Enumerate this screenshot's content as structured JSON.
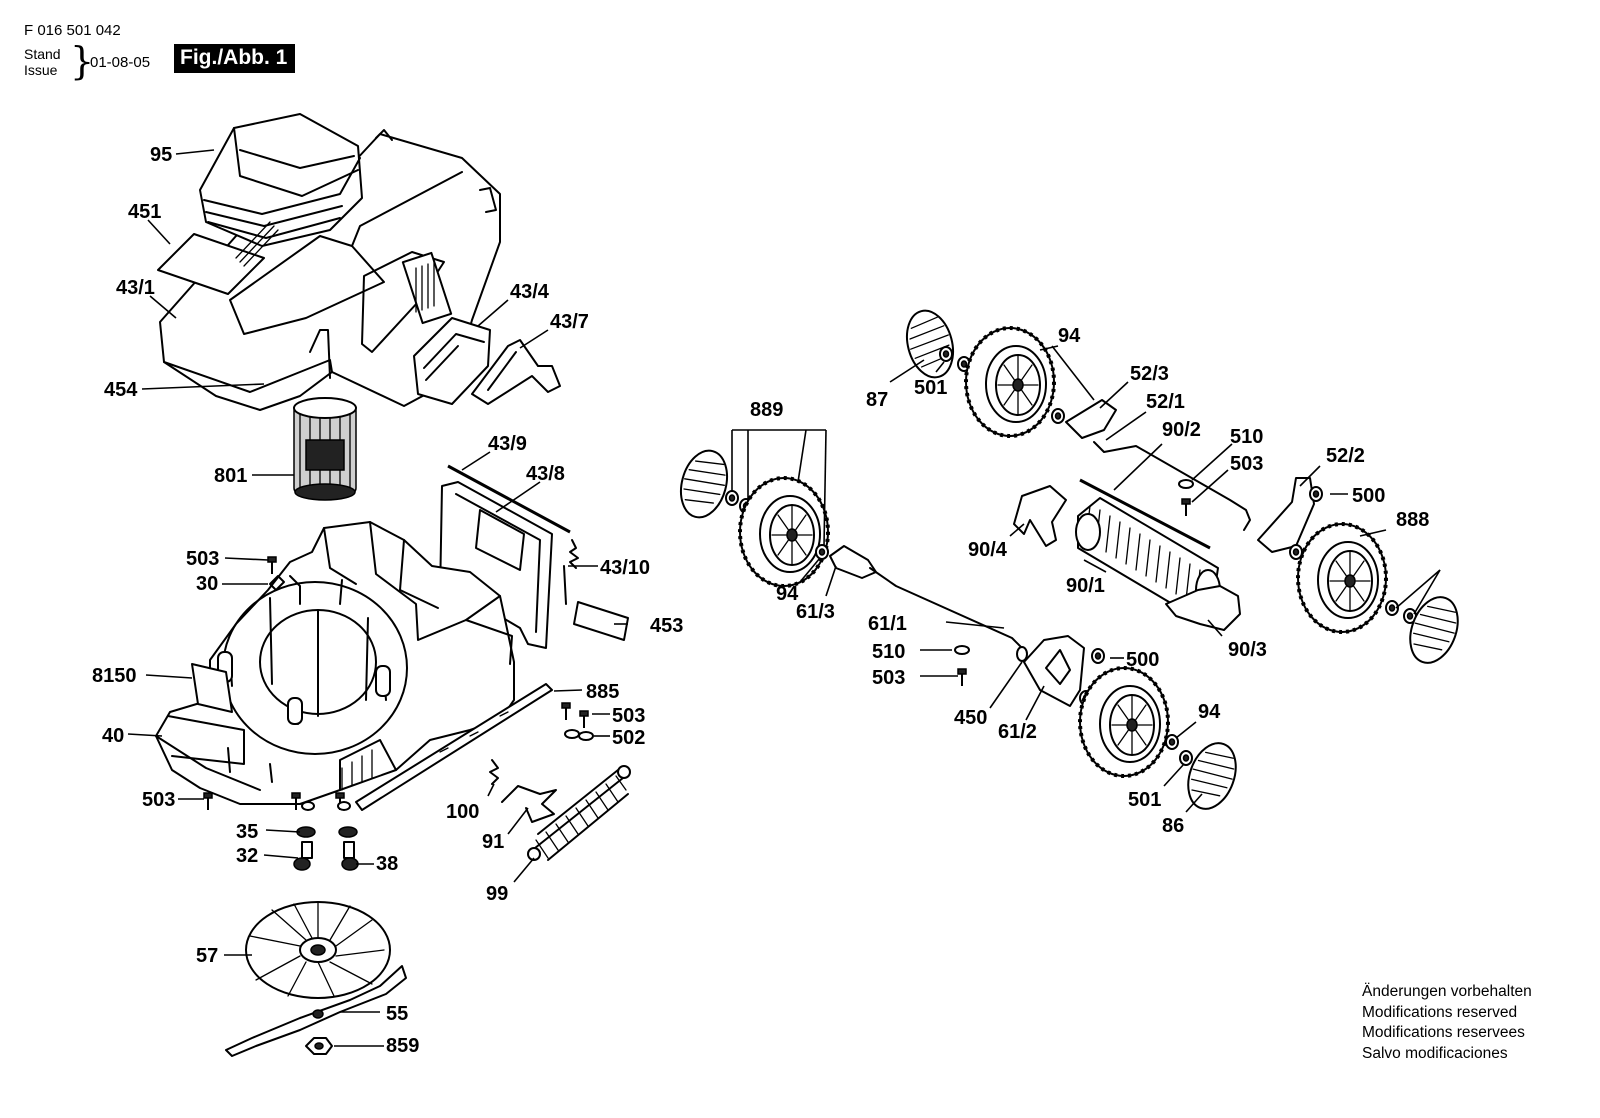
{
  "header": {
    "doc_number": "F 016 501 042",
    "stand_label": "Stand",
    "issue_label": "Issue",
    "date": "01-08-05",
    "figure_label": "Fig./Abb. 1"
  },
  "notes": [
    "Änderungen vorbehalten",
    "Modifications reserved",
    "Modifications reservees",
    "Salvo modificaciones"
  ],
  "part_labels": {
    "p95": "95",
    "p451": "451",
    "p43_1": "43/1",
    "p454": "454",
    "p43_4": "43/4",
    "p43_7": "43/7",
    "p801": "801",
    "p43_9": "43/9",
    "p43_8": "43/8",
    "p43_10": "43/10",
    "p503_a": "503",
    "p30": "30",
    "p453": "453",
    "p8150": "8150",
    "p885": "885",
    "p503_b": "503",
    "p502": "502",
    "p40": "40",
    "p503_c": "503",
    "p100": "100",
    "p35": "35",
    "p32": "32",
    "p38": "38",
    "p91": "91",
    "p99": "99",
    "p57": "57",
    "p55": "55",
    "p859": "859",
    "p94_a": "94",
    "p87": "87",
    "p501_a": "501",
    "p52_3": "52/3",
    "p52_1": "52/1",
    "p889": "889",
    "p90_2": "90/2",
    "p510_a": "510",
    "p503_d": "503",
    "p52_2": "52/2",
    "p500_a": "500",
    "p888": "888",
    "p90_4": "90/4",
    "p94_b": "94",
    "p61_3": "61/3",
    "p90_1": "90/1",
    "p61_1": "61/1",
    "p90_3": "90/3",
    "p510_b": "510",
    "p500_b": "500",
    "p503_e": "503",
    "p450": "450",
    "p61_2": "61/2",
    "p94_c": "94",
    "p501_b": "501",
    "p86": "86"
  }
}
